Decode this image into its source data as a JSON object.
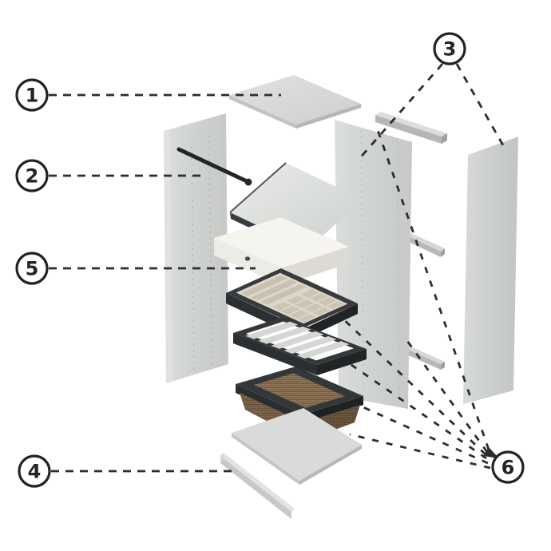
{
  "diagram": {
    "type": "exploded-assembly-diagram",
    "callouts": [
      {
        "label": "1",
        "part": "top-panel"
      },
      {
        "label": "2",
        "part": "clothes-rail"
      },
      {
        "label": "3",
        "part": "side-panels"
      },
      {
        "label": "4",
        "part": "base-strip"
      },
      {
        "label": "5",
        "part": "drawer"
      },
      {
        "label": "6",
        "part": "pull-out-trays-and-basket"
      }
    ],
    "parts": [
      "top-panel",
      "clothes-rail",
      "left-side-panel",
      "middle-side-panel",
      "right-side-panel",
      "top-rail",
      "upper-support-rail",
      "lower-support-rail",
      "flip-lid",
      "drawer",
      "divider-panel",
      "jewellery-tray",
      "trouser-rack",
      "wicker-basket",
      "bottom-panel",
      "base-strip"
    ],
    "colors": {
      "background": "#ffffff",
      "leader_line": "#2b2d2f",
      "panel_gray": "#d2d5d2",
      "frame_dark": "#34373a",
      "drawer_white": "#f3f2ed",
      "tray_beige": "#ddd7ca",
      "wicker_brown": "#7d6449",
      "callout_fill": "#ffffff",
      "callout_stroke": "#212325"
    }
  }
}
